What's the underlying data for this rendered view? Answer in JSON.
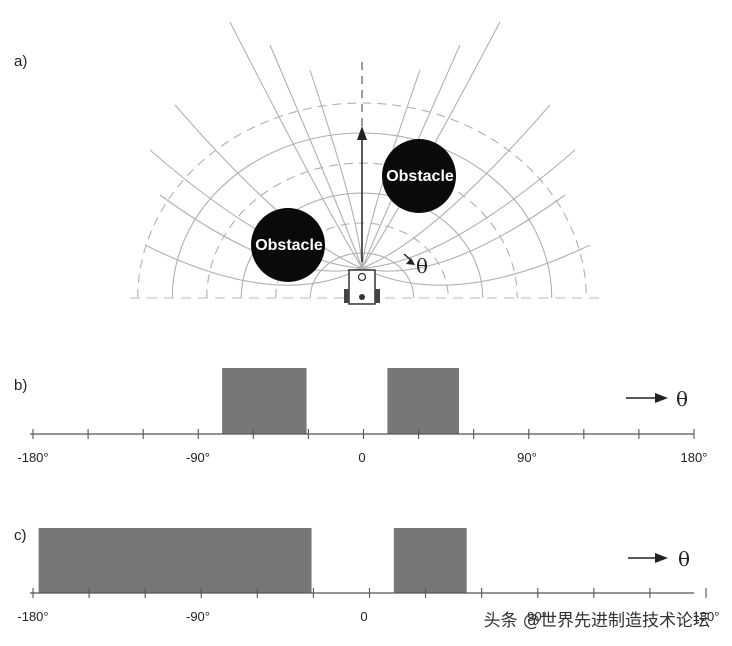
{
  "panels": {
    "a": {
      "label": "a)"
    },
    "b": {
      "label": "b)"
    },
    "c": {
      "label": "c)"
    }
  },
  "obstacles": {
    "left": "Obstacle",
    "right": "Obstacle"
  },
  "theta_symbol": "θ",
  "axis_ticks": {
    "b": [
      "-180°",
      "-90°",
      "0",
      "90°",
      "180°"
    ],
    "c": [
      "-180°",
      "-90°",
      "0",
      "90°",
      "180°"
    ]
  },
  "histograms": {
    "b": {
      "blocked_ranges": [
        [
          -77,
          -31
        ],
        [
          13,
          52
        ]
      ]
    },
    "c": {
      "blocked_ranges": [
        [
          -177,
          -31
        ],
        [
          13,
          52
        ]
      ]
    }
  },
  "watermark": "头条 @世界先进制造技术论坛",
  "colors": {
    "bar": "#777777",
    "obstacle": "#0a0a0a",
    "field_lines": "#b0b0b0",
    "axis": "#555555"
  }
}
